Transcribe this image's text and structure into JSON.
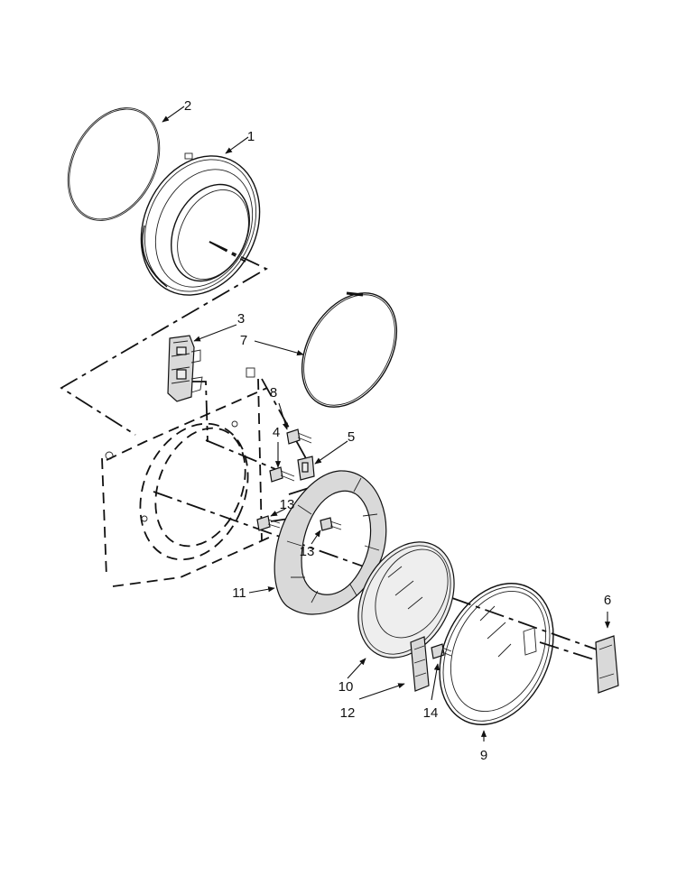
{
  "callouts": [
    "1",
    "2",
    "3",
    "4",
    "5",
    "6",
    "7",
    "8",
    "9",
    "10",
    "11",
    "12",
    "13",
    "13",
    "14"
  ]
}
